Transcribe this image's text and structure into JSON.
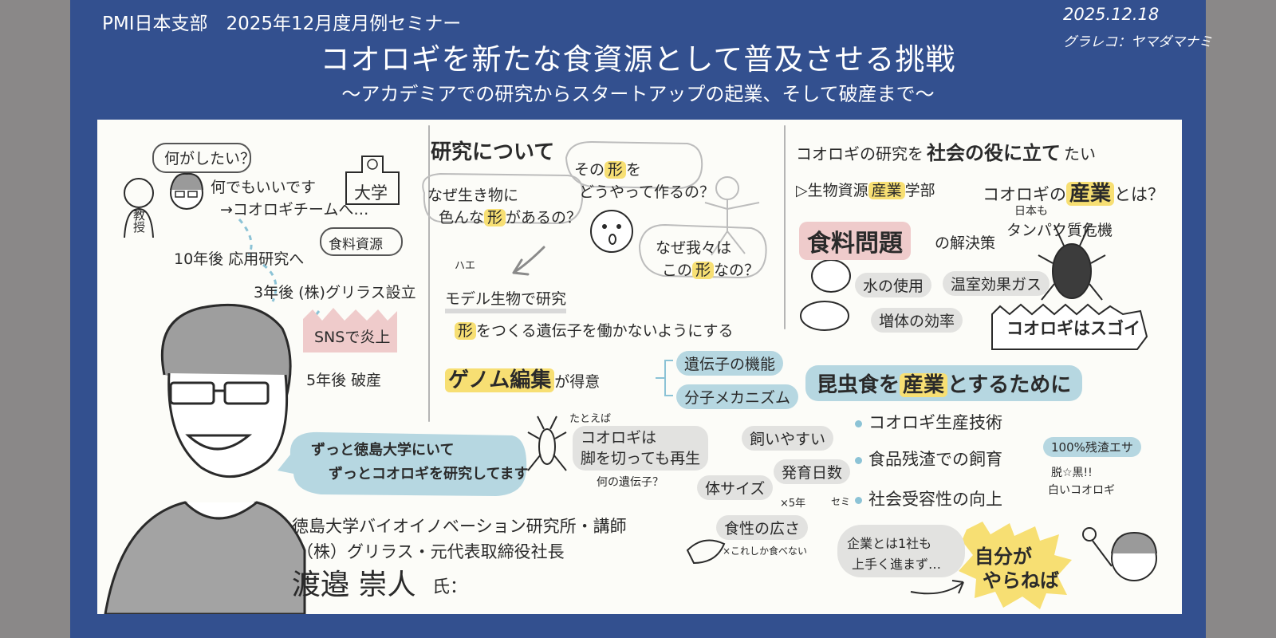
{
  "header": {
    "event": "PMI日本支部　2025年12月度月例セミナー",
    "title": "コオロギを新たな食資源として普及させる挑戦",
    "subtitle": "～アカデミアでの研究からスタートアップの起業、そして破産まで～",
    "date": "2025.12.18",
    "artist": "グラレコ：ヤマダマナミ"
  },
  "left": {
    "q_bubble": "何がしたい？",
    "professor": "教授",
    "answer_line1": "何でもいいです",
    "answer_line2": "→コオロギチームへ…",
    "university": "大学",
    "food_resource": "食料資源",
    "y10": "10年後 応用研究へ",
    "y3": "3年後 (株)グリラス設立",
    "sns": "SNSで炎上",
    "y5": "5年後 破産",
    "speech1": "ずっと徳島大学にいて",
    "speech2": "ずっとコオロギを研究してます"
  },
  "speaker": {
    "affil1": "徳島大学バイオイノベーション研究所・講師",
    "affil2": "（株）グリラス・元代表取締役社長",
    "name": "渡邉 崇人",
    "honorific": "氏："
  },
  "research": {
    "heading": "研究について",
    "q1_a": "なぜ生き物に",
    "q1_b_pre": "色んな",
    "q1_b_hl": "形",
    "q1_b_post": "があるの？",
    "q2_a_pre": "その",
    "q2_a_hl": "形",
    "q2_a_post": "を",
    "q2_b": "どうやって作るの？",
    "q3_a": "なぜ我々は",
    "q3_b_pre": "この",
    "q3_b_hl": "形",
    "q3_b_post": "なの？",
    "fly": "ハエ",
    "model": "モデル生物で研究",
    "gene_pre": "形",
    "gene_post": "をつくる遺伝子を働かないようにする",
    "genome_hl": "ゲノム編集",
    "genome_post": "が得意",
    "gene_func": "遺伝子の機能",
    "mechanism": "分子メカニズム",
    "example_label": "たとえば",
    "regen1": "コオロギは",
    "regen2": "脚を切っても再生",
    "which_gene": "何の遺伝子？"
  },
  "social": {
    "heading_pre": "コオロギの研究を",
    "heading_hl": "社会の役に立て",
    "heading_post": "たい",
    "dept_pre": "▷生物資源",
    "dept_hl": "産業",
    "dept_post": "学部",
    "industry_pre": "コオロギの",
    "industry_hl": "産業",
    "industry_post": "とは？",
    "food_problem": "食料問題",
    "solution": "の解決策",
    "protein1": "日本も",
    "protein2": "タンパク質危機",
    "water": "水の使用",
    "ghg": "温室効果ガス",
    "efficiency": "増体の効率",
    "amazing": "コオロギはスゴイ"
  },
  "insect_food": {
    "heading_pre": "昆虫食を",
    "heading_hl": "産業",
    "heading_post": "とするために",
    "items": [
      "コオロギ生産技術",
      "食品残渣での飼育",
      "社会受容性の向上"
    ],
    "residue_feed": "100%残渣エサ",
    "molt_black": "脱☆黒!!",
    "white_cricket": "白いコオロギ",
    "easy_keep": "飼いやすい",
    "body_size": "体サイズ",
    "growth_days": "発育日数",
    "x5years": "×5年",
    "cicada": "セミ",
    "diet_range": "食性の広さ",
    "only_eats": "×これしか食べない",
    "company1": "企業とは1社も",
    "company2": "上手く進まず…",
    "myself1": "自分が",
    "myself2": "やらねば"
  },
  "colors": {
    "frame": "#33508f",
    "board": "#fcfcf8",
    "pill_blue": "#b6d7e1",
    "pill_gray": "#e2e2e0",
    "highlight_yellow": "#f7df73",
    "highlight_pink": "#efcbcb"
  }
}
